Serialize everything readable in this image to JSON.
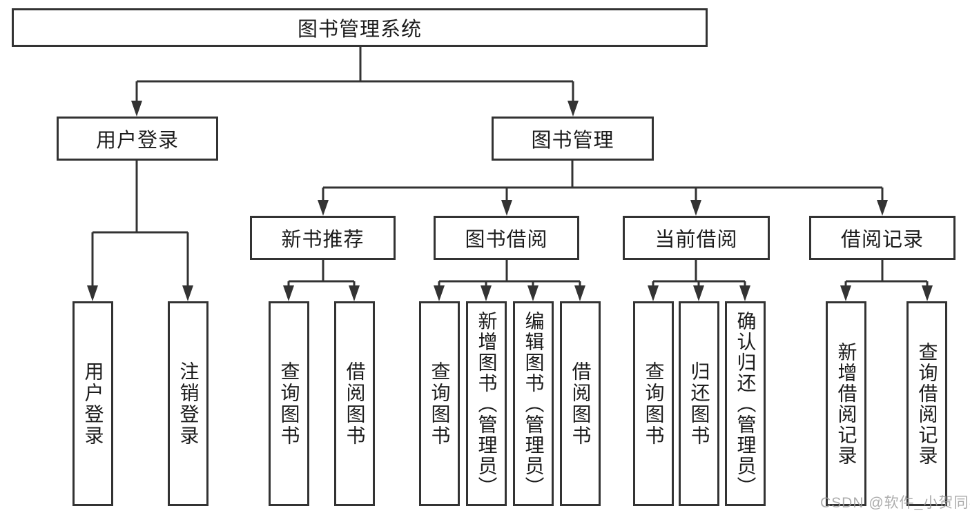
{
  "diagram_title": "图书管理系统",
  "tree": {
    "label": "图书管理系统",
    "children": [
      {
        "label": "用户登录",
        "children": [
          {
            "label": "用户登录"
          },
          {
            "label": "注销登录"
          }
        ]
      },
      {
        "label": "图书管理",
        "children": [
          {
            "label": "新书推荐",
            "children": [
              {
                "label": "查询图书"
              },
              {
                "label": "借阅图书"
              }
            ]
          },
          {
            "label": "图书借阅",
            "children": [
              {
                "label": "查询图书"
              },
              {
                "label": "新增图书（管理员）"
              },
              {
                "label": "编辑图书（管理员）"
              },
              {
                "label": "借阅图书"
              }
            ]
          },
          {
            "label": "当前借阅",
            "children": [
              {
                "label": "查询图书"
              },
              {
                "label": "归还图书"
              },
              {
                "label": "确认归还（管理员）"
              }
            ]
          },
          {
            "label": "借阅记录",
            "children": [
              {
                "label": "新增借阅记录"
              },
              {
                "label": "查询借阅记录"
              }
            ]
          }
        ]
      }
    ]
  },
  "watermark": {
    "text": "CSDN @软件_小贺同学"
  },
  "colors": {
    "line": "#333333",
    "box_border": "#333333",
    "text": "#1c1c1c",
    "watermark": "#9e9e9e",
    "background": "#ffffff"
  }
}
